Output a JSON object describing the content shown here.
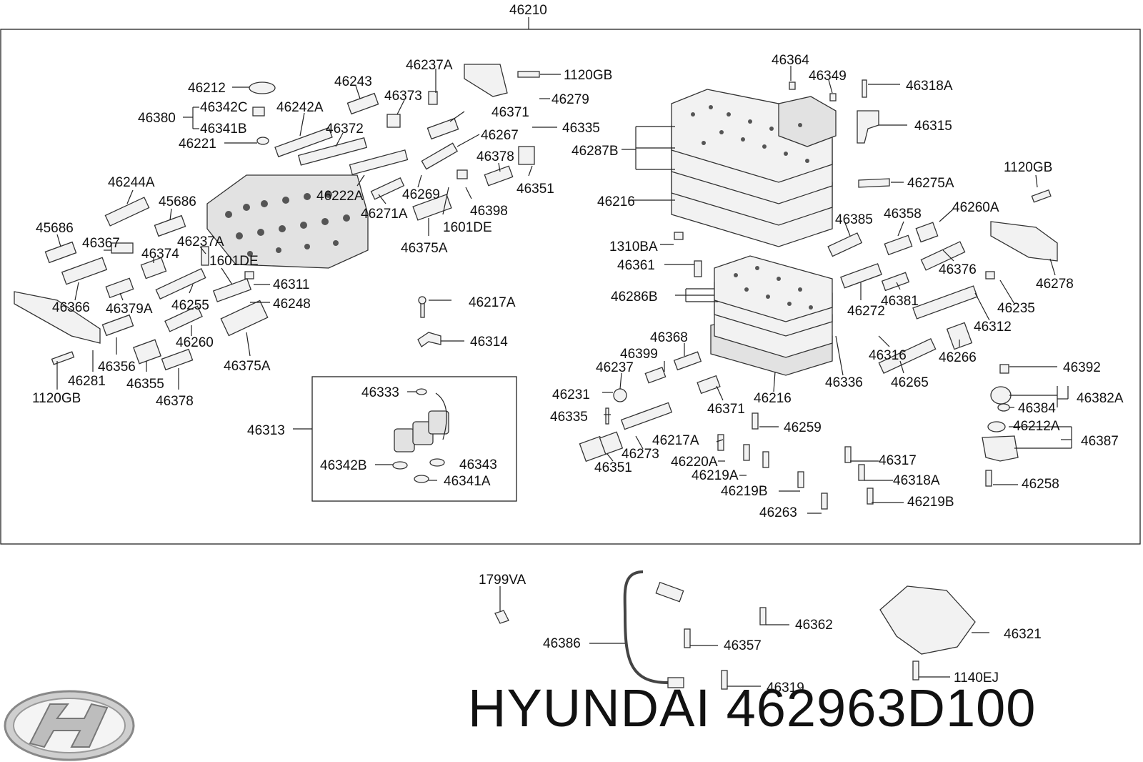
{
  "top_label": "46210",
  "callouts": {
    "46212": "46212",
    "46342C": "46342C",
    "46380": "46380",
    "46341B": "46341B",
    "46221": "46221",
    "46242A": "46242A",
    "46243": "46243",
    "46237A_top": "46237A",
    "46373": "46373",
    "46372": "46372",
    "46371_top": "46371",
    "46267": "46267",
    "1120GB_top": "1120GB",
    "46279": "46279",
    "46335_top": "46335",
    "46378_top": "46378",
    "46351_top": "46351",
    "46398": "46398",
    "1601DE_top": "1601DE",
    "46269": "46269",
    "46222A": "46222A",
    "46271A": "46271A",
    "46375A_top": "46375A",
    "46244A": "46244A",
    "45686_a": "45686",
    "45686_b": "45686",
    "46367": "46367",
    "46237A_mid": "46237A",
    "46374": "46374",
    "1601DE_mid": "1601DE",
    "46311": "46311",
    "46366": "46366",
    "46379A": "46379A",
    "46255": "46255",
    "46248": "46248",
    "46260_left": "46260",
    "46356": "46356",
    "46355": "46355",
    "46378_bot": "46378",
    "46375A_bot": "46375A",
    "46281": "46281",
    "1120GB_left": "1120GB",
    "46217A_mid": "46217A",
    "46314": "46314",
    "46333": "46333",
    "46313": "46313",
    "46342B": "46342B",
    "46343": "46343",
    "46341A": "46341A",
    "46364": "46364",
    "46349": "46349",
    "46318A_top": "46318A",
    "46315": "46315",
    "46287B": "46287B",
    "1120GB_right": "1120GB",
    "46275A": "46275A",
    "46216_top": "46216",
    "46385": "46385",
    "46358": "46358",
    "46260A": "46260A",
    "1310BA": "1310BA",
    "46361": "46361",
    "46278": "46278",
    "46376": "46376",
    "46286B": "46286B",
    "46381": "46381",
    "46235": "46235",
    "46272": "46272",
    "46312": "46312",
    "46368": "46368",
    "46399": "46399",
    "46316": "46316",
    "46266": "46266",
    "46237": "46237",
    "46336": "46336",
    "46265": "46265",
    "46216_bot": "46216",
    "46231": "46231",
    "46371_bot": "46371",
    "46392": "46392",
    "46382A": "46382A",
    "46384": "46384",
    "46335_bot": "46335",
    "46259": "46259",
    "46212A": "46212A",
    "46217A_bot": "46217A",
    "46273": "46273",
    "46387": "46387",
    "46351_bot": "46351",
    "46220A": "46220A",
    "46317": "46317",
    "46219A": "46219A",
    "46318A_bot": "46318A",
    "46258": "46258",
    "46219B_a": "46219B",
    "46219B_b": "46219B",
    "46263": "46263",
    "1799VA": "1799VA",
    "46386": "46386",
    "46362": "46362",
    "46357": "46357",
    "46321": "46321",
    "46319": "46319",
    "1140EJ": "1140EJ"
  },
  "brand_text": "HYUNDAI 462963D100",
  "logo_icon": "hyundai-logo-icon"
}
